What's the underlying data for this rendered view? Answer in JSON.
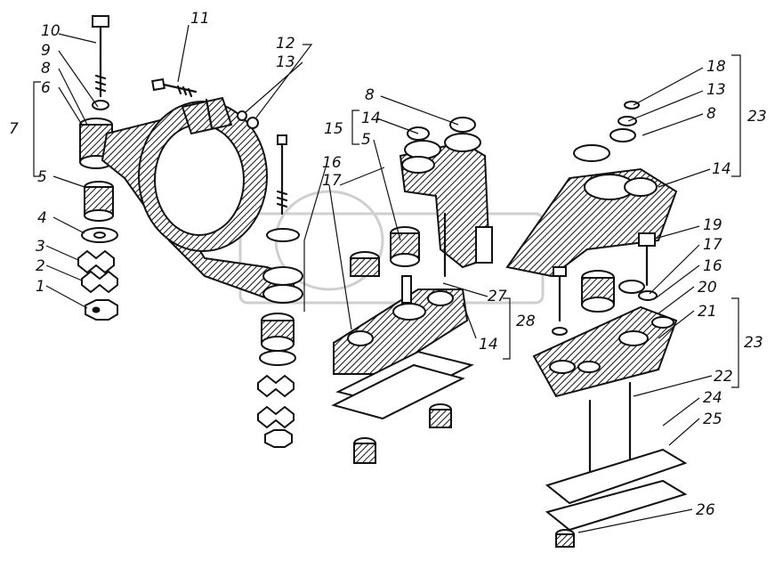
{
  "watermark": "",
  "callouts": [
    {
      "id": "c1",
      "text": "1"
    },
    {
      "id": "c2",
      "text": "2"
    },
    {
      "id": "c3",
      "text": "3"
    },
    {
      "id": "c4",
      "text": "4"
    },
    {
      "id": "c5a",
      "text": "5"
    },
    {
      "id": "c6",
      "text": "6"
    },
    {
      "id": "c7",
      "text": "7"
    },
    {
      "id": "c8a",
      "text": "8"
    },
    {
      "id": "c9",
      "text": "9"
    },
    {
      "id": "c10",
      "text": "10"
    },
    {
      "id": "c11",
      "text": "11"
    },
    {
      "id": "c12",
      "text": "12"
    },
    {
      "id": "c13a",
      "text": "13"
    },
    {
      "id": "c15",
      "text": "15"
    },
    {
      "id": "c14a",
      "text": "14"
    },
    {
      "id": "c5b",
      "text": "5"
    },
    {
      "id": "c8b",
      "text": "8"
    },
    {
      "id": "c16a",
      "text": "16"
    },
    {
      "id": "c17a",
      "text": "17"
    },
    {
      "id": "c18",
      "text": "18"
    },
    {
      "id": "c13b",
      "text": "13"
    },
    {
      "id": "c8c",
      "text": "8"
    },
    {
      "id": "c23a",
      "text": "23"
    },
    {
      "id": "c14b",
      "text": "14"
    },
    {
      "id": "c19",
      "text": "19"
    },
    {
      "id": "c17b",
      "text": "17"
    },
    {
      "id": "c16b",
      "text": "16"
    },
    {
      "id": "c20",
      "text": "20"
    },
    {
      "id": "c21",
      "text": "21"
    },
    {
      "id": "c23b",
      "text": "23"
    },
    {
      "id": "c22",
      "text": "22"
    },
    {
      "id": "c24",
      "text": "24"
    },
    {
      "id": "c25",
      "text": "25"
    },
    {
      "id": "c26",
      "text": "26"
    },
    {
      "id": "c27",
      "text": "27"
    },
    {
      "id": "c28",
      "text": "28"
    },
    {
      "id": "c14c",
      "text": "14"
    }
  ]
}
